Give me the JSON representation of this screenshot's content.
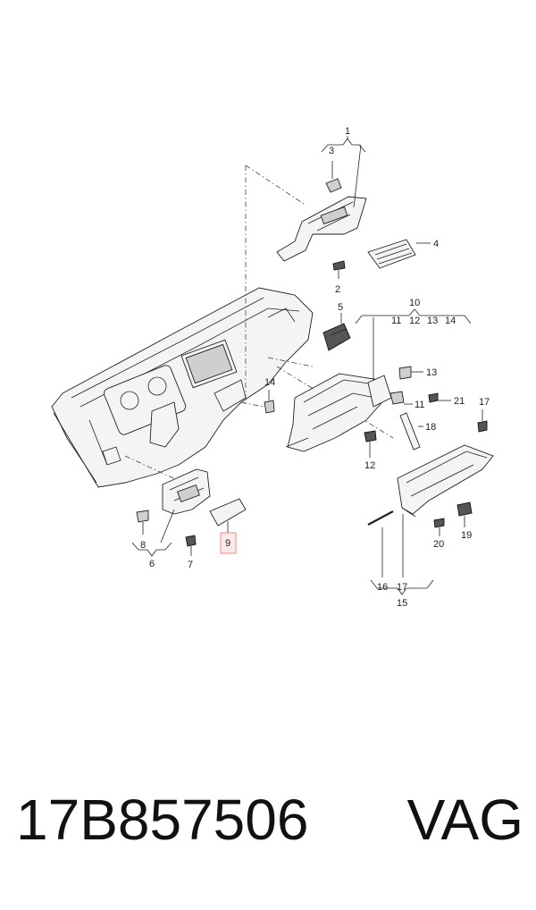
{
  "callouts": {
    "c1": "1",
    "c2": "2",
    "c3": "3",
    "c4": "4",
    "c5": "5",
    "c6": "6",
    "c7": "7",
    "c8": "8",
    "c9": "9",
    "c10": "10",
    "c11a": "11",
    "c12a": "12",
    "c13a": "13",
    "c14a": "14",
    "c11": "11",
    "c12": "12",
    "c13": "13",
    "c14": "14",
    "c15": "15",
    "c16": "16",
    "c17a": "17",
    "c17": "17",
    "c18": "18",
    "c19": "19",
    "c20": "20",
    "c21": "21"
  },
  "footer": {
    "part_number": "17B857506",
    "brand": "VAG"
  },
  "colors": {
    "highlight_box": "#f08080",
    "line": "#222222"
  }
}
